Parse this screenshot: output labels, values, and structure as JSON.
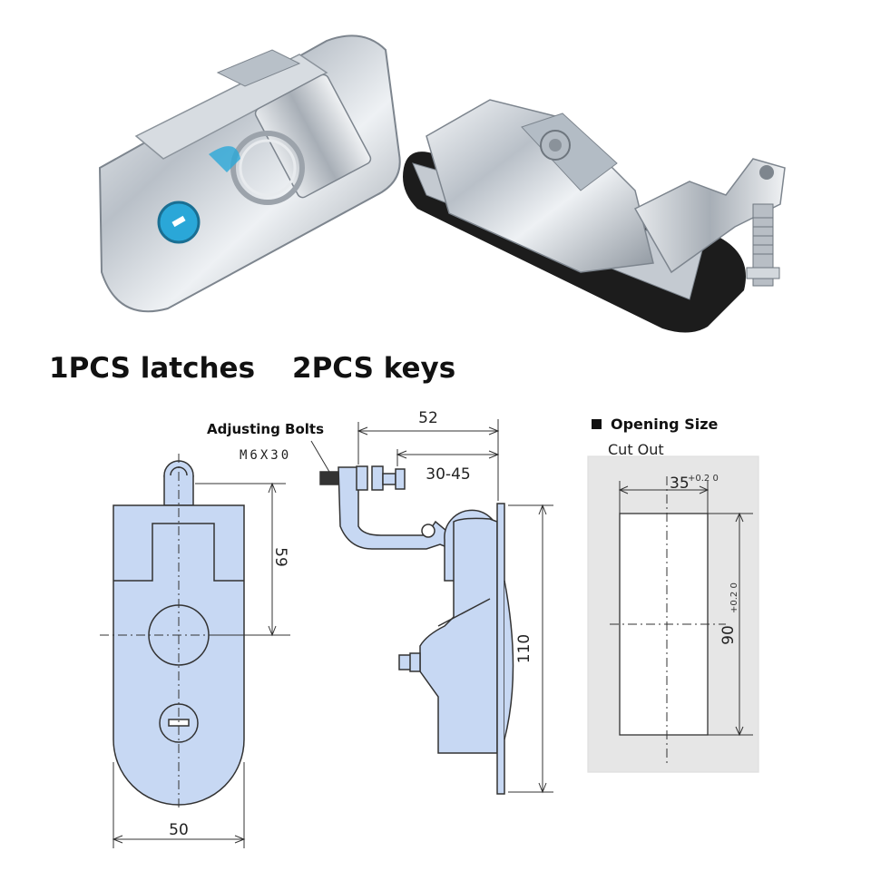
{
  "captions": {
    "latches": "1PCS latches",
    "keys": "2PCS keys"
  },
  "annotations": {
    "adjusting_bolts": "Adjusting Bolts",
    "bolt_spec": "M6X30",
    "opening_size": "Opening Size",
    "cut_out": "Cut Out"
  },
  "dimensions": {
    "width": "50",
    "hole_offset": "59",
    "depth": "52",
    "bolt_range": "30-45",
    "height": "110",
    "cut_width": "35",
    "cut_width_tol": "+0.2 0",
    "cut_height": "90",
    "cut_height_tol": "+0.2 0"
  },
  "colors": {
    "part_fill": "#c7d8f3",
    "line": "#333333",
    "chrome": "#cfd5dc",
    "key_blue": "#2aa7d8"
  }
}
